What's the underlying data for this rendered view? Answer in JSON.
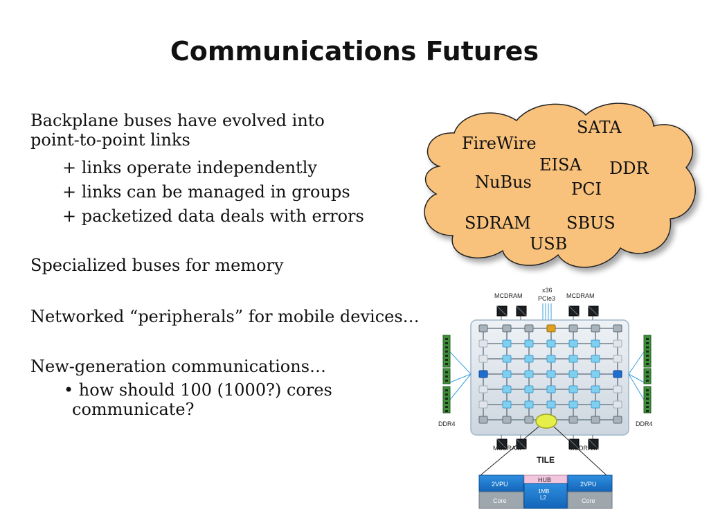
{
  "slide": {
    "title": "Communications Futures"
  },
  "content": {
    "para1_line1": "Backplane buses have evolved into",
    "para1_line2": "point-to-point links",
    "bullets1": [
      "+ links operate independently",
      "+ links can be managed in groups",
      "+ packetized data deals with errors"
    ],
    "para2": "Specialized buses for memory",
    "para3": "Networked “peripherals” for mobile devices…",
    "para4": "New-generation communications…",
    "bullet2_line1": "• how should 100 (1000?) cores",
    "bullet2_line2": "communicate?"
  },
  "cloud": {
    "fill": "#f9c27c",
    "labels": [
      "SATA",
      "FireWire",
      "EISA",
      "DDR",
      "NuBus",
      "PCI",
      "SDRAM",
      "SBUS",
      "USB"
    ]
  },
  "chip": {
    "mcdram": "MCDRAM",
    "x36": "x36",
    "pcie": "PCIe3",
    "ddr4": "DDR4",
    "tile": "TILE",
    "hub": "HUB",
    "l2_line1": "1MB",
    "l2_line2": "L2",
    "vpu": "2VPU",
    "core": "Core"
  }
}
